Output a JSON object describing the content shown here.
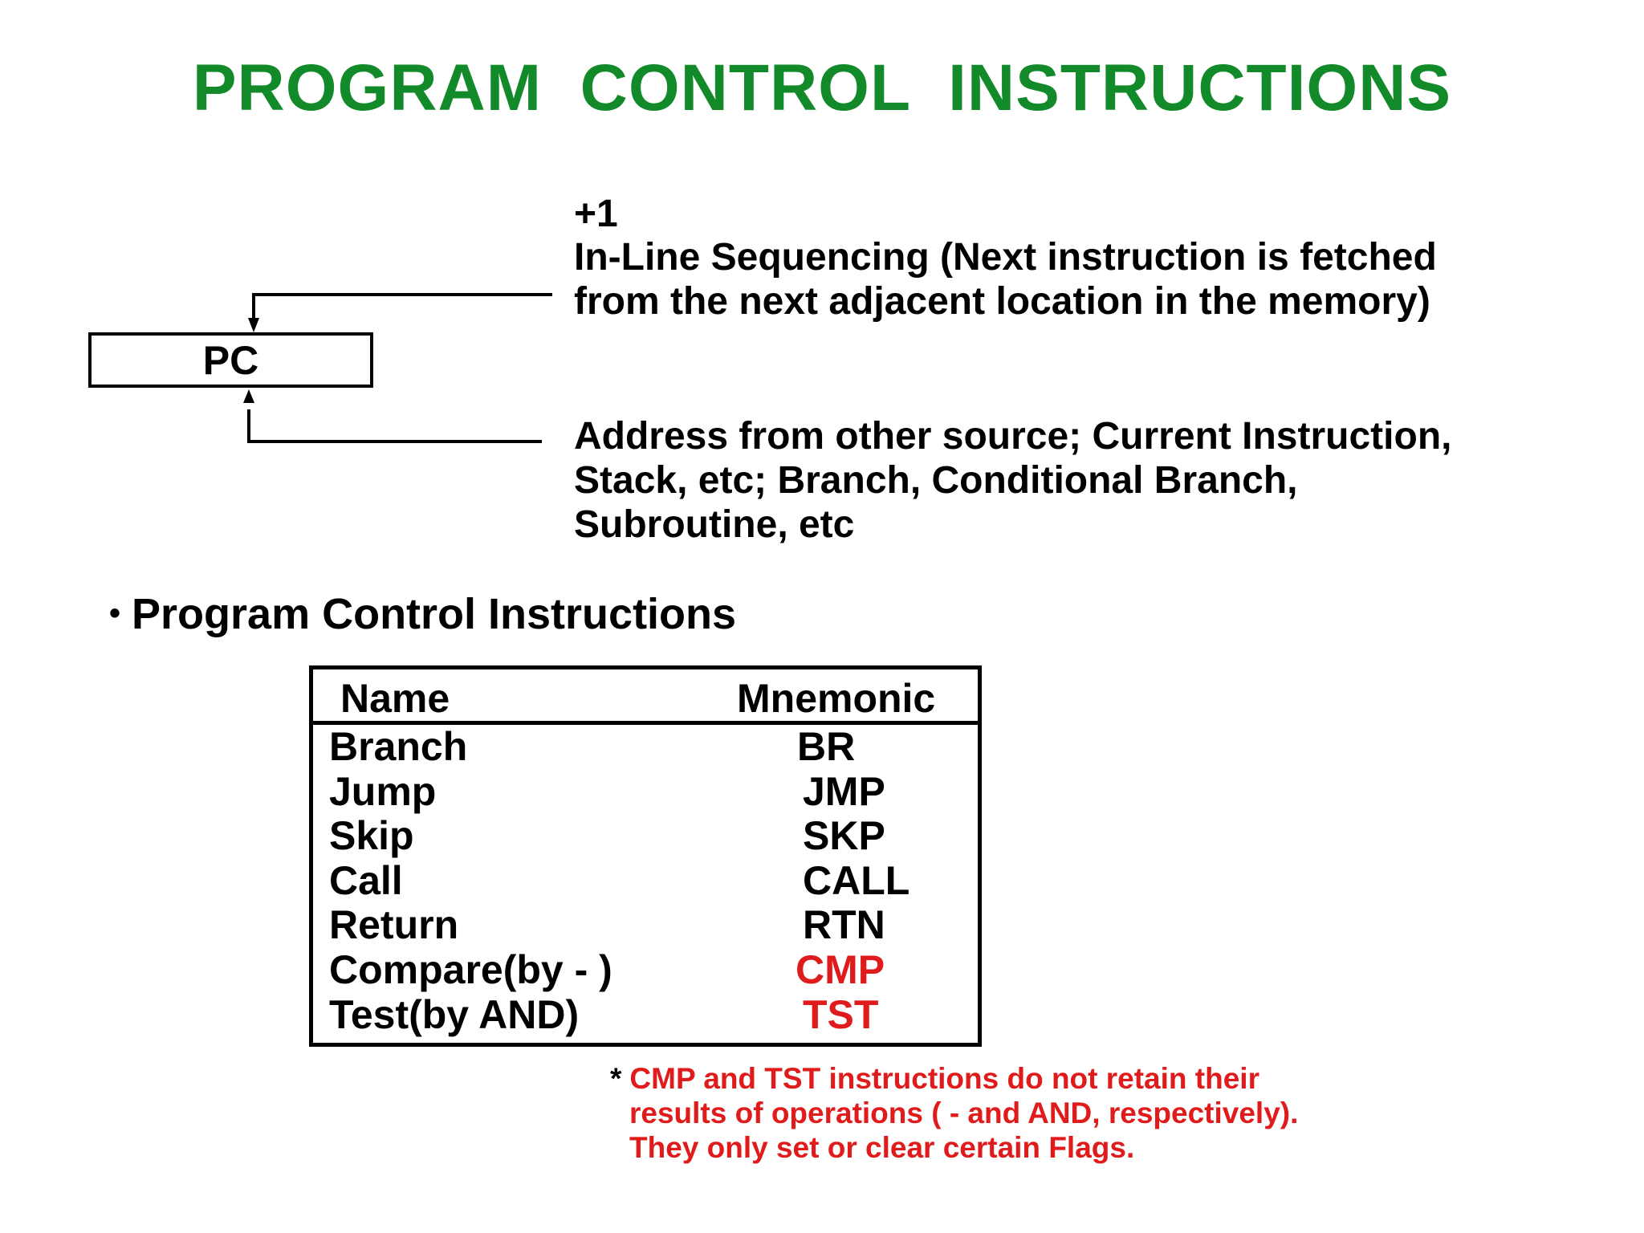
{
  "title": "PROGRAM  CONTROL  INSTRUCTIONS",
  "colors": {
    "title": "#128a2a",
    "highlight": "#e01b1b",
    "text": "#000000"
  },
  "diagram": {
    "register_label": "PC",
    "inline_increment": "+1",
    "inline_lines": [
      "In-Line Sequencing (Next instruction is fetched",
      "from the next adjacent location in the memory)"
    ],
    "other_source_lines": [
      "Address from other source; Current Instruction,",
      "Stack, etc; Branch, Conditional Branch,",
      "Subroutine, etc"
    ]
  },
  "section": {
    "bullet": "•",
    "heading": "Program Control Instructions"
  },
  "table": {
    "headers": {
      "name": "Name",
      "mnemonic": "Mnemonic"
    },
    "rows": [
      {
        "name": "Branch",
        "mnemonic": "BR",
        "highlight": false
      },
      {
        "name": "Jump",
        "mnemonic": "JMP",
        "highlight": false
      },
      {
        "name": "Skip",
        "mnemonic": "SKP",
        "highlight": false
      },
      {
        "name": "Call",
        "mnemonic": "CALL",
        "highlight": false
      },
      {
        "name": "Return",
        "mnemonic": "RTN",
        "highlight": false
      },
      {
        "name": "Compare(by - )",
        "mnemonic": "CMP",
        "highlight": true
      },
      {
        "name": "Test(by AND)",
        "mnemonic": "TST",
        "highlight": true
      }
    ]
  },
  "footnote": {
    "marker": "*",
    "lines": [
      "CMP and TST instructions do not retain their",
      "results of operations ( - and AND, respectively).",
      "They only set or clear certain Flags."
    ]
  }
}
